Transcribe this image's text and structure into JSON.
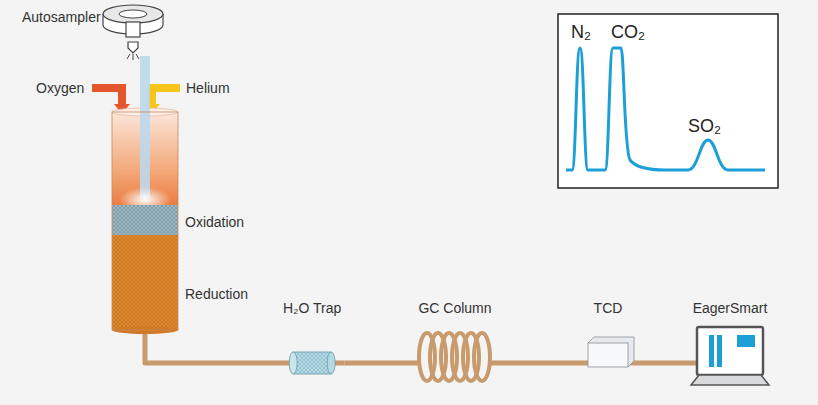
{
  "diagram": {
    "nodes": [
      {
        "text": [
          "Oxidation",
          "Reduction"
        ]
      },
      {
        "text": [
          "H₂O Trap"
        ]
      },
      {
        "text": [
          "GC Column"
        ]
      },
      {
        "text": [
          "TCD"
        ]
      },
      {
        "text": [
          "EagerSmart"
        ]
      }
    ],
    "edges": [
      {
        "from": 0,
        "to": 1,
        "arrow": "none"
      },
      {
        "from": 1,
        "to": 2,
        "arrow": "none"
      },
      {
        "from": 2,
        "to": 3,
        "arrow": "none"
      },
      {
        "from": 3,
        "to": 4,
        "arrow": "none"
      }
    ],
    "labels": [
      "Autosampler",
      "Oxygen",
      "Helium",
      "N₂",
      "CO₂",
      "SO₂"
    ]
  }
}
